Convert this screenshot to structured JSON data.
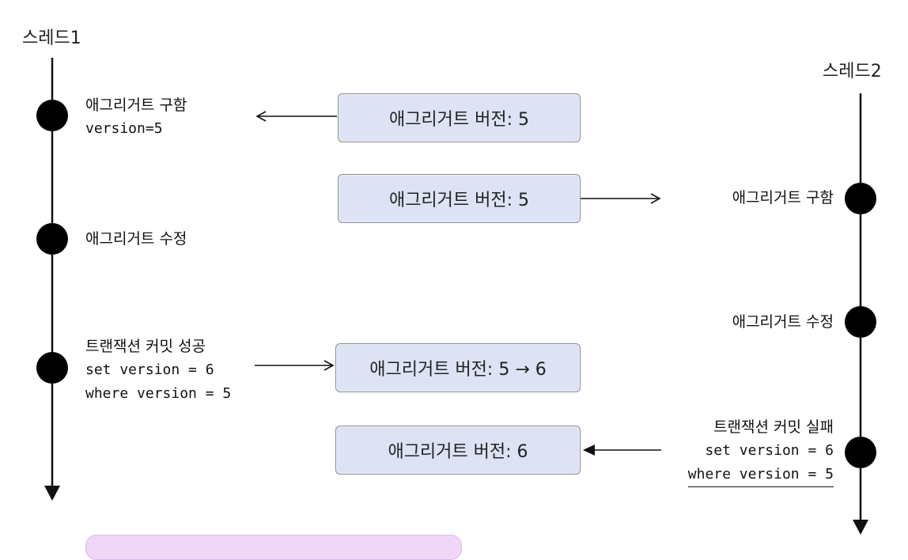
{
  "thread1": {
    "title": "스레드1",
    "events": [
      {
        "line1": "애그리거트 구함",
        "line2": "version=5"
      },
      {
        "line1": "애그리거트 수정"
      },
      {
        "line1": "트랜잭션 커밋 성공",
        "line2": "set version = 6",
        "line3": "where version = 5"
      }
    ]
  },
  "thread2": {
    "title": "스레드2",
    "events": [
      {
        "line1": "애그리거트 구함"
      },
      {
        "line1": "애그리거트 수정"
      },
      {
        "line1": "트랜잭션 커밋 실패",
        "line2": "set version = 6",
        "line3": "where version = 5"
      }
    ]
  },
  "boxes": [
    "애그리거트 버전: 5",
    "애그리거트 버전: 5",
    "애그리거트 버전: 5 → 6",
    "애그리거트 버전: 6"
  ],
  "colors": {
    "box_fill": "#dde3f4",
    "box_border": "#8c8c8c",
    "line": "#111111",
    "bottom_bar_fill": "#f0d6f7"
  }
}
